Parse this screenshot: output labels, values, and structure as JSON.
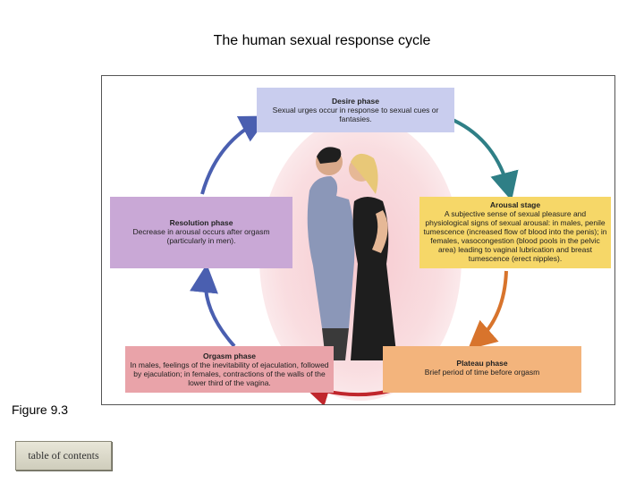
{
  "title": "The human sexual response cycle",
  "figure_label": "Figure 9.3",
  "toc_button": "table of contents",
  "phases": {
    "desire": {
      "name": "Desire phase",
      "desc": "Sexual urges occur in response to sexual cues or fantasies."
    },
    "arousal": {
      "name": "Arousal stage",
      "desc": "A subjective sense of sexual pleasure and physiological signs of sexual arousal: in males, penile tumescence (increased flow of blood into the penis); in females, vasocongestion (blood pools in the pelvic area) leading to vaginal lubrication and breast tumescence (erect nipples)."
    },
    "plateau": {
      "name": "Plateau phase",
      "desc": "Brief period of time before orgasm"
    },
    "orgasm": {
      "name": "Orgasm phase",
      "desc": "In males, feelings of the inevitability of ejaculation, followed by ejaculation; in females, contractions of the walls of the lower third of the vagina."
    },
    "resolution": {
      "name": "Resolution phase",
      "desc": "Decrease in arousal occurs after orgasm (particularly in men)."
    }
  },
  "colors": {
    "desire": "#c9cdee",
    "arousal": "#f6d768",
    "plateau": "#f3b47c",
    "orgasm": "#e9a3a9",
    "resolution": "#c9a8d6",
    "arrow_blue": "#4a5fb0",
    "arrow_teal": "#2f7f86",
    "arrow_orange": "#d8742c",
    "arrow_red": "#c0262c"
  }
}
